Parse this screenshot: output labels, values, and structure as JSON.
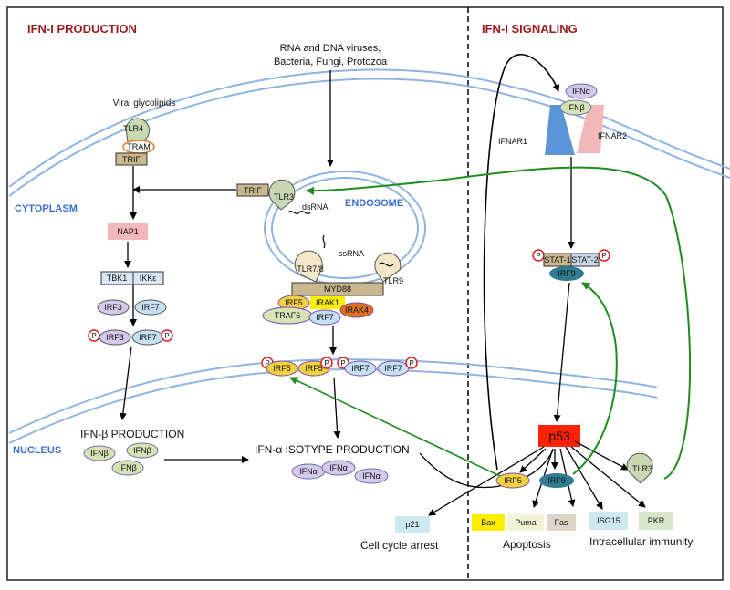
{
  "sections": {
    "production": "IFN-I PRODUCTION",
    "signaling": "IFN-I SIGNALING"
  },
  "compartments": {
    "cytoplasm": "CYTOPLASM",
    "nucleus": "NUCLEUS",
    "endosome": "ENDOSOME"
  },
  "stimuli": {
    "line1": "RNA and DNA viruses,",
    "line2": "Bacteria, Fungi, Protozoa",
    "viral_glycolipids": "Viral glycolipids"
  },
  "proteins": {
    "tlr4": "TLR4",
    "tram": "TRAM",
    "trif": "TRIF",
    "nap1": "NAP1",
    "tbk1": "TBK1",
    "ikke": "IKKε",
    "irf3": "IRF3",
    "irf7": "IRF7",
    "tlr3": "TLR3",
    "dsrna": "dsRNA",
    "ssrna": "ssRNA",
    "tlr78": "TLR7/8",
    "tlr9": "TLR9",
    "myd88": "MYD88",
    "irf5": "IRF5",
    "irak1": "IRAK1",
    "irak4": "IRAK4",
    "traf6": "TRAF6",
    "ifna": "IFNα",
    "ifnb": "IFNβ",
    "ifnar1": "IFNAR1",
    "ifnar2": "IFNAR2",
    "stat1": "STAT-1",
    "stat2": "STAT-2",
    "irf9": "IRF9",
    "p53": "p53",
    "p": "P"
  },
  "products": {
    "ifnb_production": "IFN-β PRODUCTION",
    "ifna_production": "IFN-α ISOTYPE PRODUCTION"
  },
  "outcomes": {
    "p21": "p21",
    "cell_cycle_arrest": "Cell cycle arrest",
    "bax": "Bax",
    "puma": "Puma",
    "fas": "Fas",
    "apoptosis": "Apoptosis",
    "isg15": "ISG15",
    "pkr": "PKR",
    "intracellular_immunity": "Intracellular immunity"
  },
  "colors": {
    "section_title": "#9b1b1b",
    "compartment": "#3b6fd4",
    "membrane": "#8fb4e0",
    "feedback_arrow": "#1e8c1e",
    "p53": "#ff2200",
    "irf5": "#f2d23c",
    "irf9": "#2f7d93",
    "irf_light": "#c5dff3",
    "ifn": "#d5c9ea",
    "trif": "#c9b88e",
    "nap1": "#f2b8b8",
    "irak1": "#ffee00",
    "irak4": "#e0701e",
    "traf6": "#d7e3b5",
    "tlr": "#c9d7b2"
  }
}
